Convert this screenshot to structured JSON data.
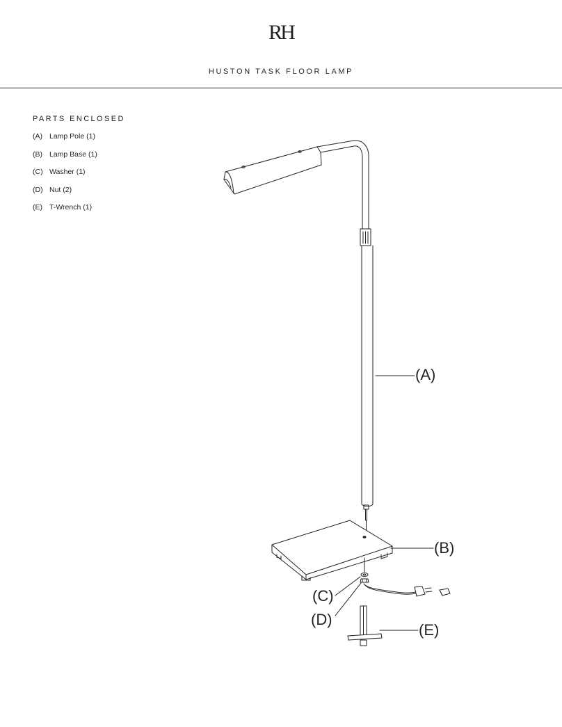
{
  "header": {
    "logo": "RH",
    "title": "HUSTON TASK FLOOR LAMP"
  },
  "parts": {
    "heading": "PARTS ENCLOSED",
    "items": [
      {
        "letter": "(A)",
        "name": "Lamp Pole (1)"
      },
      {
        "letter": "(B)",
        "name": "Lamp Base (1)"
      },
      {
        "letter": "(C)",
        "name": "Washer (1)"
      },
      {
        "letter": "(D)",
        "name": "Nut (2)"
      },
      {
        "letter": "(E)",
        "name": "T-Wrench (1)"
      }
    ]
  },
  "callouts": {
    "a": "(A)",
    "b": "(B)",
    "c": "(C)",
    "d": "(D)",
    "e": "(E)"
  },
  "colors": {
    "line": "#231f20",
    "background": "#ffffff"
  }
}
